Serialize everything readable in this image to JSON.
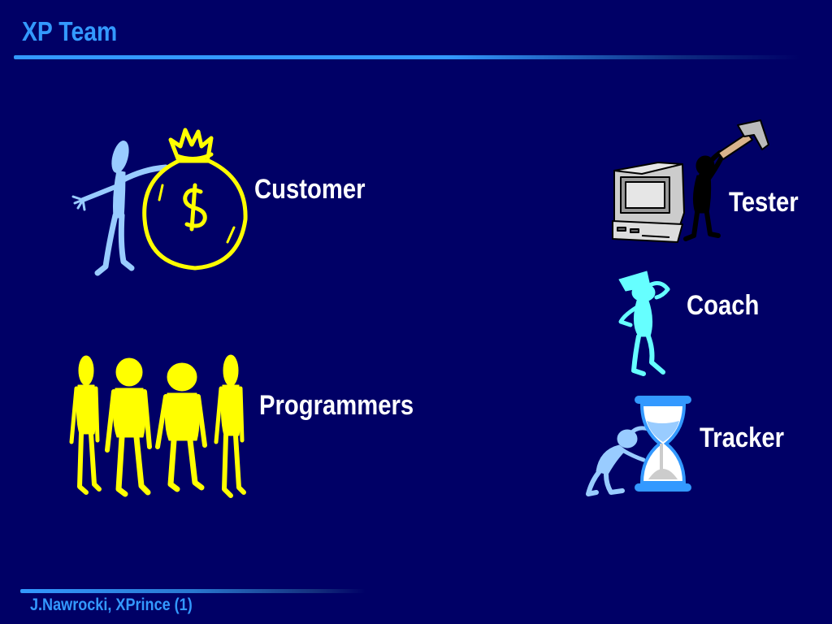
{
  "slide": {
    "title": "XP Team",
    "footer": "J.Nawrocki, XPrince (1)"
  },
  "roles": {
    "customer": "Customer",
    "programmers": "Programmers",
    "tester": "Tester",
    "coach": "Coach",
    "tracker": "Tracker"
  },
  "icons": {
    "customer": "customer-with-money-bag-icon",
    "programmers": "programmers-group-icon",
    "tester": "tester-hammering-computer-icon",
    "coach": "coach-figure-icon",
    "tracker": "tracker-with-hourglass-icon"
  },
  "colors": {
    "background": "#000066",
    "title": "#3399ff",
    "label": "#ffffff",
    "money_bag": "#ffff00",
    "programmers": "#ffff00",
    "customer_figure": "#99ccff",
    "coach_figure": "#66ffff"
  }
}
